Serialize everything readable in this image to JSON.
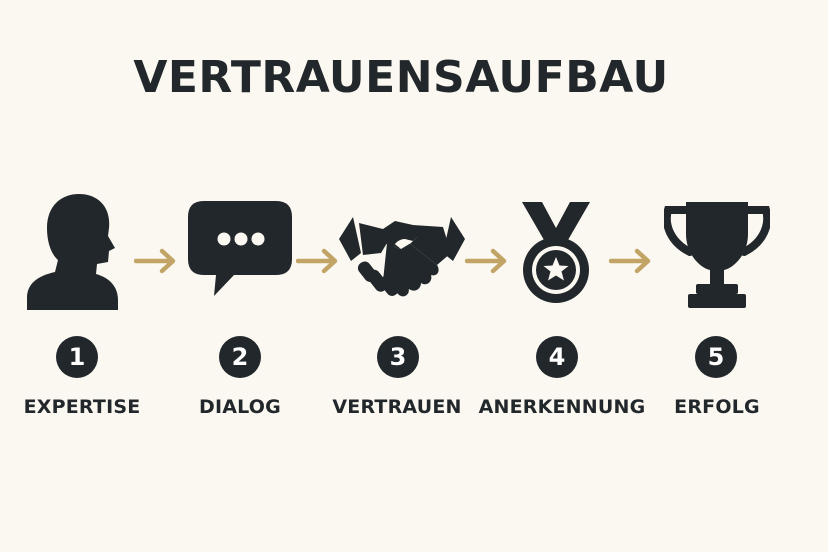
{
  "title": "VERTRAUENSAUFBAU",
  "colors": {
    "background": "#fbf8f1",
    "icon": "#22272b",
    "arrow": "#c2a566",
    "badge_text": "#ffffff"
  },
  "steps": [
    {
      "number": "1",
      "label": "EXPERTISE",
      "icon": "person-silhouette-icon"
    },
    {
      "number": "2",
      "label": "DIALOG",
      "icon": "speech-bubble-icon"
    },
    {
      "number": "3",
      "label": "VERTRAUEN",
      "icon": "handshake-icon"
    },
    {
      "number": "4",
      "label": "ANERKENNUNG",
      "icon": "medal-icon"
    },
    {
      "number": "5",
      "label": "ERFOLG",
      "icon": "trophy-icon"
    }
  ]
}
